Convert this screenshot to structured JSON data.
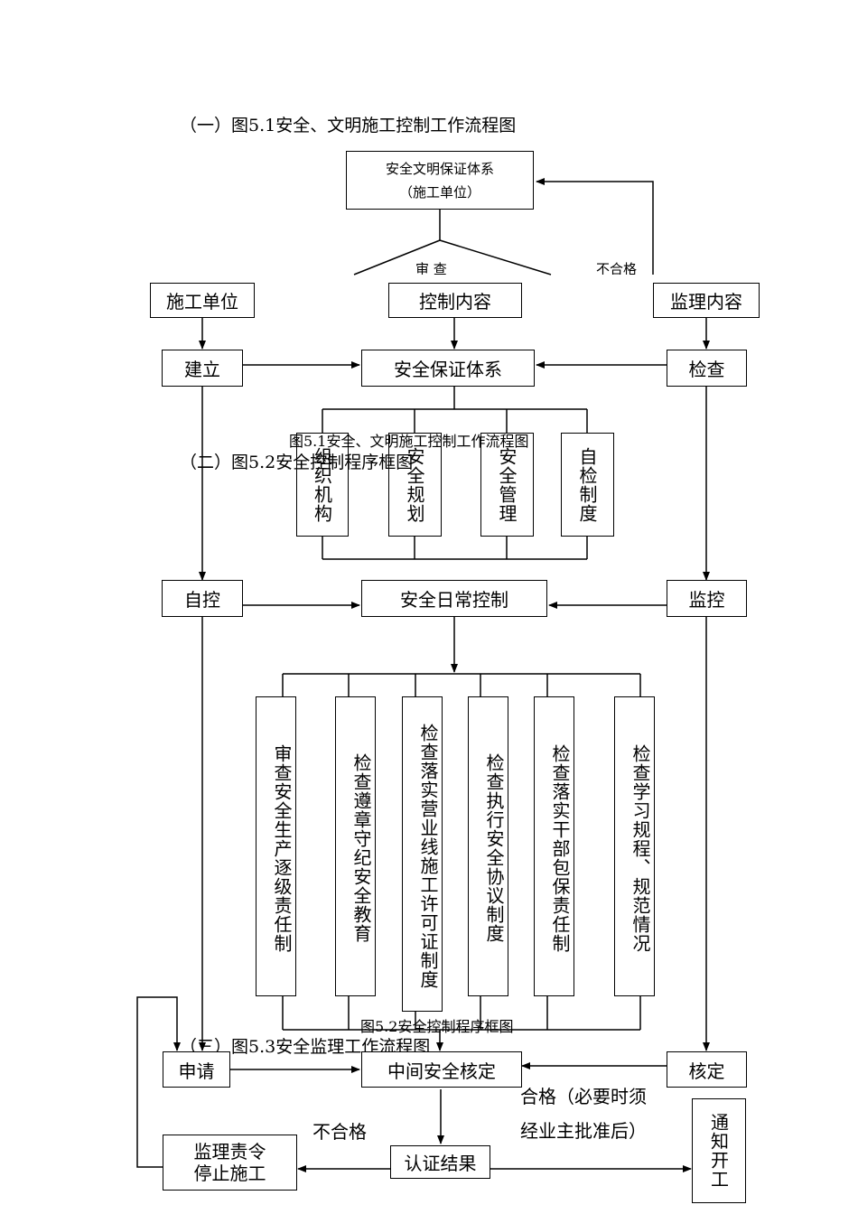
{
  "figure1": {
    "heading": "（一）图5.1安全、文明施工控制工作流程图",
    "top_box": "安全文明保证体系",
    "top_box_sub": "（施工单位）",
    "review_label": "审  查",
    "fail_label": "不合格",
    "caption": "图5.1安全、文明施工控制工作流程图"
  },
  "figure2": {
    "heading": "（二）图5.2安全控制程序框图",
    "col_left": "施工单位",
    "col_mid": "控制内容",
    "col_right": "监理内容",
    "establish": "建立",
    "system": "安全保证体系",
    "inspect": "检查",
    "sub_items": [
      "组织机构",
      "安全规划",
      "安全管理",
      "自检制度"
    ],
    "self_control": "自控",
    "daily_control": "安全日常控制",
    "supervise": "监控",
    "check_items": [
      "审查安全生产逐级责任制",
      "检查遵章守纪安全教育",
      "检查落实营业线施工许可证制度",
      "检查执行安全协议制度",
      "检查落实干部包保责任制",
      "检查学习规程、规范情况"
    ],
    "caption": "图5.2安全控制程序框图"
  },
  "figure3": {
    "heading": "（三）图5.3安全监理工作流程图",
    "apply": "申请",
    "mid_check": "中间安全核定",
    "verify": "核定",
    "pass_line1": "合格（必要时须",
    "pass_line2": "经业主批准后）",
    "fail": "不合格",
    "stop_line1": "监理责令",
    "stop_line2": "停止施工",
    "result": "认证结果",
    "notify": "通知开工"
  }
}
